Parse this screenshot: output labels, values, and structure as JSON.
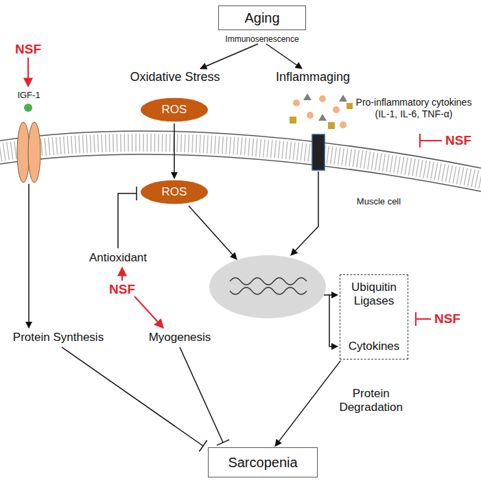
{
  "diagram": {
    "nodes": [
      {
        "text": [
          "Aging"
        ]
      },
      {
        "text": [
          "ROS"
        ]
      },
      {
        "text": [
          "ROS"
        ]
      },
      {
        "text": [
          "Ubiquitin Ligases",
          "Cytokines"
        ]
      },
      {
        "text": [
          "Sarcopenia"
        ]
      }
    ],
    "edges": [
      {
        "from": 1,
        "to": 2,
        "arrow": "to"
      },
      {
        "from": 3,
        "to": 4,
        "arrow": "to",
        "label": "Protein Degradation"
      }
    ],
    "labels": [
      "Immunosenescence",
      "Oxidative Stress",
      "Inflammaging",
      "NSF",
      "IGF-1",
      "Pro-inflammatory cytokines (IL-1, IL-6, TNF-α)",
      "NSF",
      "Muscle cell",
      "Antioxidant",
      "NSF",
      "Protein Synthesis",
      "Myogenesis",
      "NSF"
    ]
  }
}
